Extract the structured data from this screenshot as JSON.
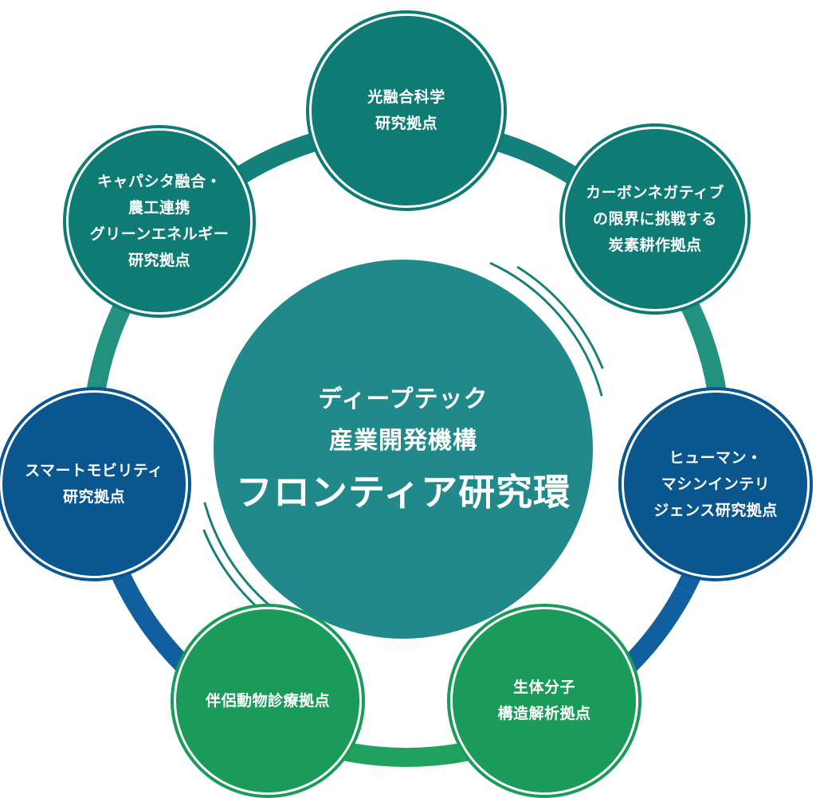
{
  "colors": {
    "teal_dark": "#0e7c75",
    "teal_center": "#22898a",
    "blue": "#0a568f",
    "green": "#1a9b5a",
    "teal_ring": "#138079",
    "teal_light_ring": "#23917f",
    "blue_ring": "#1060a0",
    "green_ring": "#1fa260"
  },
  "center": {
    "line1": "ディープテック",
    "line2": "産業開発機構",
    "line3": "フロンティア研究環"
  },
  "nodes": [
    {
      "id": "light-fusion",
      "color": "teal",
      "lines": [
        "光融合科学",
        "研究拠点"
      ]
    },
    {
      "id": "carbon-negative",
      "color": "teal",
      "lines": [
        "カーボンネガティブ",
        "の限界に挑戦する",
        "炭素耕作拠点"
      ]
    },
    {
      "id": "human-machine",
      "color": "blue",
      "lines": [
        "ヒューマン・",
        "マシンインテリ",
        "ジェンス研究拠点"
      ]
    },
    {
      "id": "biomolecule",
      "color": "green",
      "lines": [
        "生体分子",
        "構造解析拠点"
      ]
    },
    {
      "id": "companion-animal",
      "color": "green",
      "lines": [
        "伴侶動物診療拠点"
      ]
    },
    {
      "id": "smart-mobility",
      "color": "blue",
      "lines": [
        "スマートモビリティ",
        "研究拠点"
      ]
    },
    {
      "id": "capacitor",
      "color": "teal",
      "lines": [
        "キャパシタ融合・",
        "農工連携",
        "グリーンエネルギー",
        "研究拠点"
      ]
    }
  ]
}
